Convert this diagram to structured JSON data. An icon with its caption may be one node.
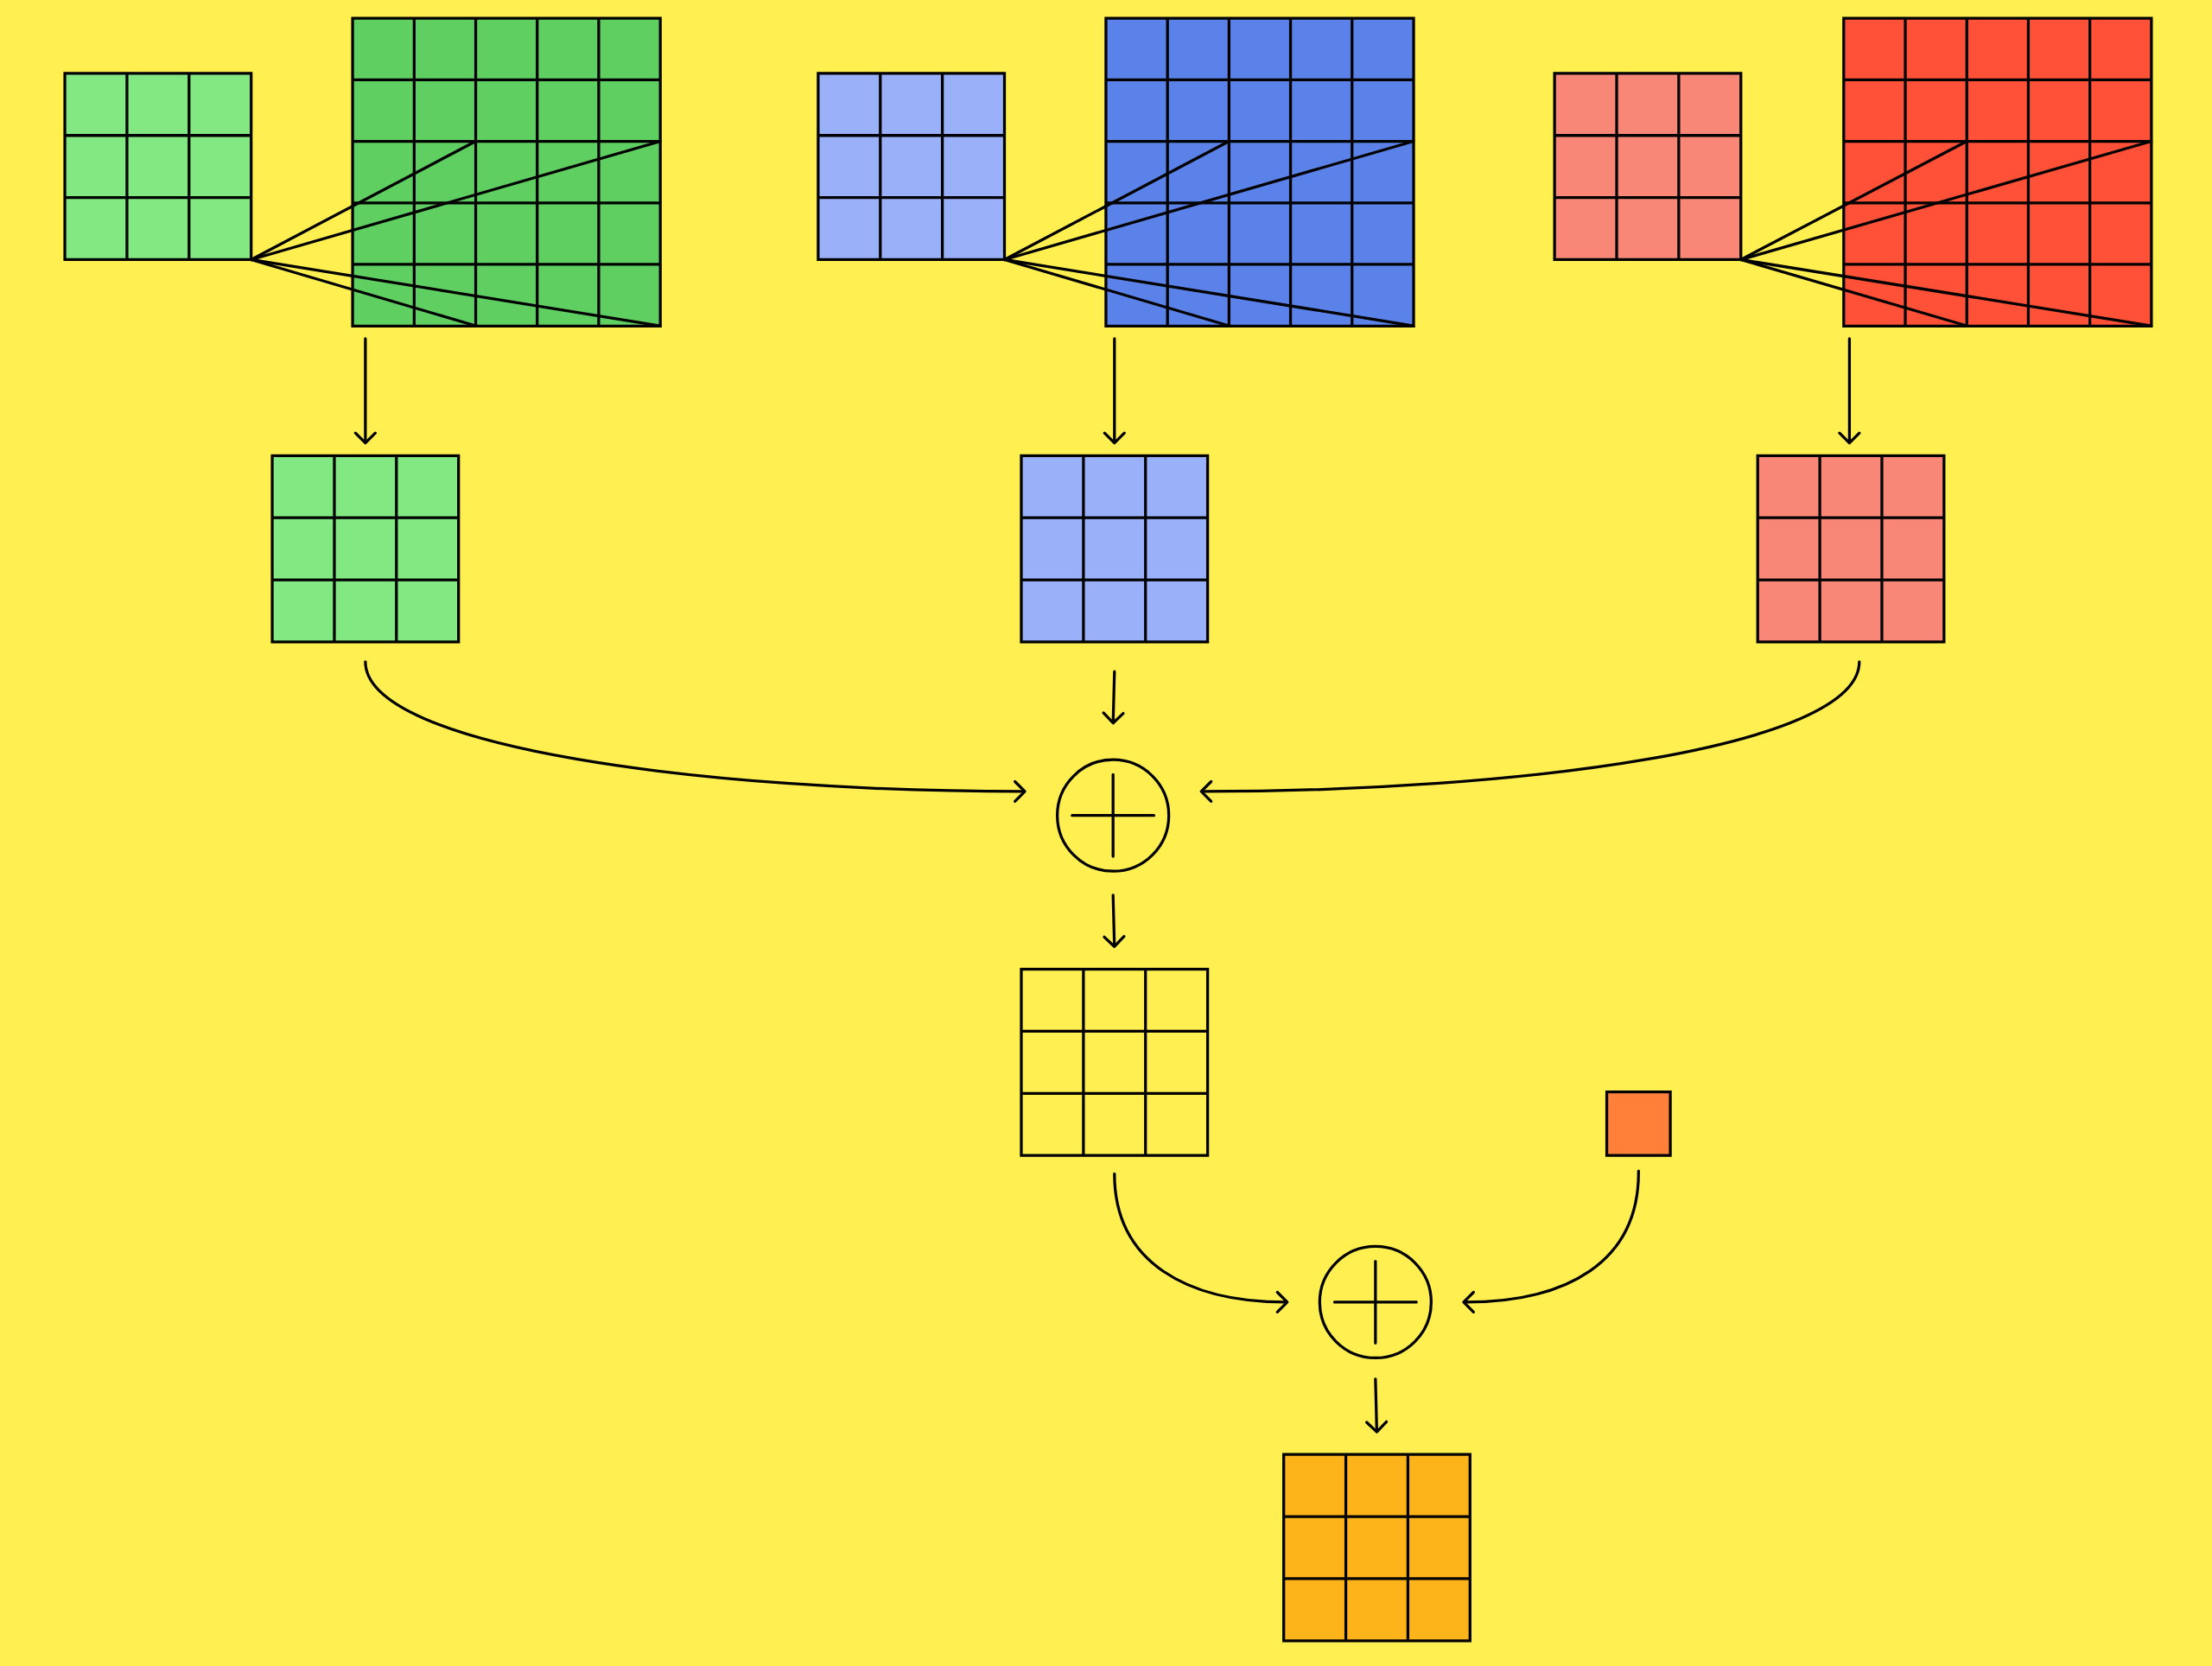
{
  "diagram": {
    "nodes": [
      {
        "text": [],
        "shape": "grid"
      },
      {
        "text": [],
        "shape": "grid"
      },
      {
        "text": [],
        "shape": "grid"
      },
      {
        "text": [],
        "shape": "grid"
      },
      {
        "text": [],
        "shape": "grid"
      },
      {
        "text": [],
        "shape": "grid"
      },
      {
        "text": [],
        "shape": "grid"
      },
      {
        "text": [],
        "shape": "grid"
      },
      {
        "text": [],
        "shape": "grid"
      },
      {
        "text": [],
        "shape": "circle"
      },
      {
        "text": [],
        "shape": "grid"
      },
      {
        "text": [],
        "shape": "box"
      },
      {
        "text": [],
        "shape": "circle"
      },
      {
        "text": [],
        "shape": "grid"
      }
    ],
    "edges": [
      {
        "from": 0,
        "to": 1,
        "arrow": "none"
      },
      {
        "from": 0,
        "to": 1,
        "arrow": "none"
      },
      {
        "from": 0,
        "to": 1,
        "arrow": "none"
      },
      {
        "from": 0,
        "to": 1,
        "arrow": "none"
      },
      {
        "from": 2,
        "to": 3,
        "arrow": "none"
      },
      {
        "from": 2,
        "to": 3,
        "arrow": "none"
      },
      {
        "from": 2,
        "to": 3,
        "arrow": "none"
      },
      {
        "from": 2,
        "to": 3,
        "arrow": "none"
      },
      {
        "from": 4,
        "to": 5,
        "arrow": "none"
      },
      {
        "from": 4,
        "to": 5,
        "arrow": "none"
      },
      {
        "from": 4,
        "to": 5,
        "arrow": "none"
      },
      {
        "from": 4,
        "to": 5,
        "arrow": "none"
      },
      {
        "from": 1,
        "to": 6,
        "arrow": "to"
      },
      {
        "from": 3,
        "to": 7,
        "arrow": "to"
      },
      {
        "from": 5,
        "to": 8,
        "arrow": "to"
      },
      {
        "from": 6,
        "to": 9,
        "arrow": "to"
      },
      {
        "from": 7,
        "to": 9,
        "arrow": "to"
      },
      {
        "from": 8,
        "to": 9,
        "arrow": "to"
      },
      {
        "from": 9,
        "to": 10,
        "arrow": "to"
      },
      {
        "from": 10,
        "to": 12,
        "arrow": "to"
      },
      {
        "from": 11,
        "to": 12,
        "arrow": "to"
      },
      {
        "from": 12,
        "to": 13,
        "arrow": "to"
      }
    ]
  }
}
